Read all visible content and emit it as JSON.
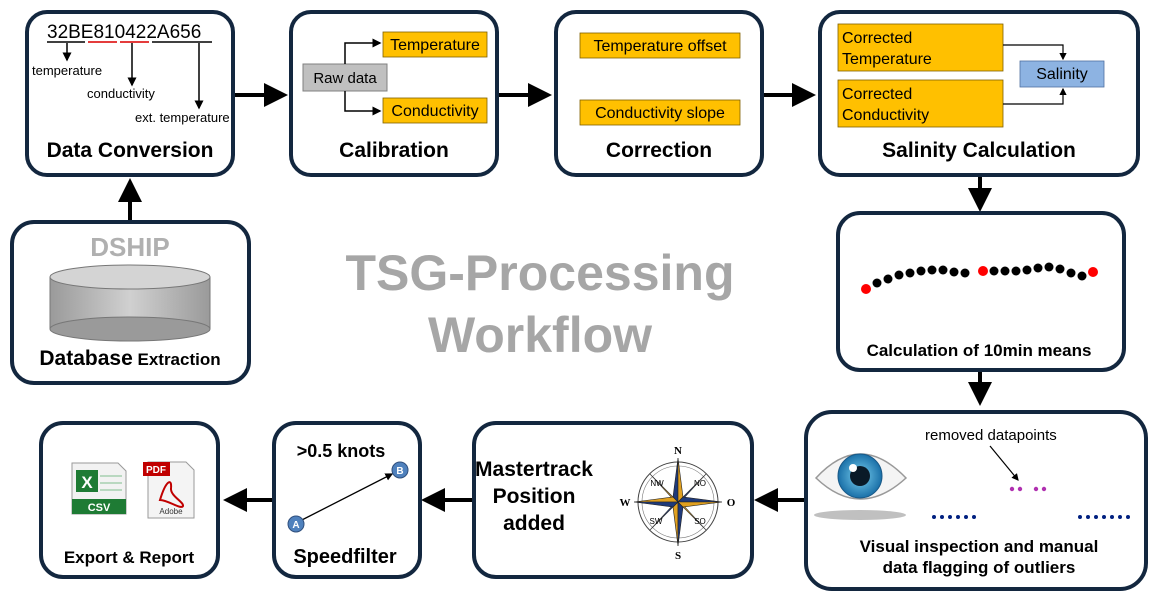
{
  "center_title": {
    "line1": "TSG-Processing",
    "line2": "Workflow"
  },
  "data_conversion": {
    "hex_code": "32BE810422A656",
    "hex_part1": "32BE",
    "hex_part2": "810",
    "hex_part3": "422",
    "hex_part4": "A656",
    "label_temperature": "temperature",
    "label_conductivity": "conductivity",
    "label_ext_temperature": "ext. temperature",
    "title": "Data Conversion"
  },
  "calibration": {
    "raw_data": "Raw data",
    "temperature": "Temperature",
    "conductivity": "Conductivity",
    "title": "Calibration"
  },
  "correction": {
    "temperature_offset": "Temperature  offset",
    "conductivity_slope": "Conductivity  slope",
    "title": "Correction"
  },
  "salinity_calculation": {
    "corrected_temperature_1": "Corrected",
    "corrected_temperature_2": "Temperature",
    "corrected_conductivity_1": "Corrected",
    "corrected_conductivity_2": "Conductivity",
    "salinity": "Salinity",
    "title": "Salinity Calculation"
  },
  "database_extraction": {
    "dship": "DSHIP",
    "title_bold": "Database",
    "title_rest": " Extraction"
  },
  "means": {
    "title": "Calculation of 10min means"
  },
  "visual_inspection": {
    "removed_label": "removed datapoints",
    "title_line1": "Visual inspection and manual",
    "title_line2": "data flagging of outliers"
  },
  "mastertrack": {
    "line1": "Mastertrack",
    "line2": "Position",
    "line3": "added",
    "compass": {
      "n": "N",
      "s": "S",
      "w": "W",
      "o": "O",
      "nw": "NW",
      "no": "NO",
      "sw": "SW",
      "so": "SO"
    }
  },
  "speedfilter": {
    "threshold": ">0.5 knots",
    "point_a": "A",
    "point_b": "B",
    "title": "Speedfilter"
  },
  "export": {
    "csv_label": "CSV",
    "pdf_label": "PDF",
    "adobe_label": "Adobe",
    "title": "Export & Report"
  },
  "colors": {
    "box_border": "#13273f",
    "orange_box": "#ffc000",
    "gray_box": "#c0c0c0",
    "blue_box": "#8db3e2",
    "title_gray": "#a6a6a6",
    "red_dot": "#ff0000",
    "navy_dot": "#002080",
    "purple_dot": "#b030b0"
  }
}
